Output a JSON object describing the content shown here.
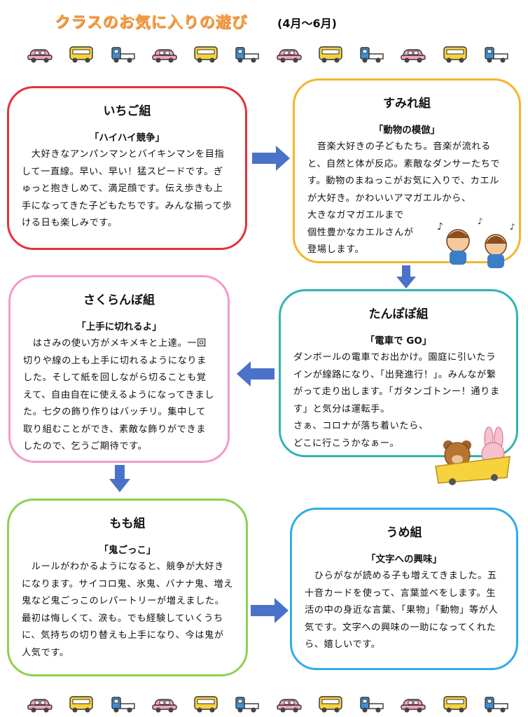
{
  "header": {
    "title": "クラスのお気に入りの遊び",
    "period": "(4月～6月)"
  },
  "colors": {
    "car_pink": "#f4a3b8",
    "bus_yellow": "#f7d23c",
    "truck_blue": "#3f8fd6",
    "arrow_blue": "#4a72c8"
  },
  "vehicle_row_icons": [
    "car-icon",
    "bus-icon",
    "truck-icon"
  ],
  "classes": [
    {
      "name": "いちご組",
      "activity": "「ハイハイ競争」",
      "text": "　大好きなアンパンマンとバイキンマンを目指して一直線。早い、早い！猛スピードです。ぎゅっと抱きしめて、満足顔です。伝え歩きも上手になってきた子どもたちです。みんな揃って歩ける日も楽しみです。"
    },
    {
      "name": "すみれ組",
      "activity": "「動物の模倣」",
      "text_lines": [
        "　音楽大好きの子どもたち。音楽が流れると、自然と体が反応。素敵なダンサーたちです。動物のまねっこがお気に入りで、カエルが大好き。かわいいアマガエルから、",
        "大きなガマガエルまで",
        "個性豊かなカエルさんが",
        "登場します。"
      ]
    },
    {
      "name": "さくらんぼ組",
      "activity": "「上手に切れるよ」",
      "text": "　はさみの使い方がメキメキと上達。一回切りや線の上も上手に切れるようになりました。そして紙を回しながら切ることも覚えて、自由自在に使えるようになってきました。七夕の飾り作りはバッチリ。集中して取り組むことができ、素敵な飾りができましたので、乞うご期待です。"
    },
    {
      "name": "たんぽぽ組",
      "activity": "「電車で GO」",
      "text_lines": [
        "ダンボールの電車でお出かけ。園庭に引いたラインが線路になり、「出発進行！」。みんなが繋がって走り出します。「ガタンゴトンー！通ります」と気分は運転手。",
        "さぁ、コロナが落ち着いたら、",
        "どこに行こうかなぁー。"
      ]
    },
    {
      "name": "もも組",
      "activity": "「鬼ごっこ」",
      "text": "　ルールがわかるようになると、競争が大好きになります。サイコロ鬼、氷鬼、バナナ鬼、増え鬼など鬼ごっこのレパートリーが増えました。最初は悔しくて、涙も。でも経験していくうちに、気持ちの切り替えも上手になり、今は鬼が人気です。"
    },
    {
      "name": "うめ組",
      "activity": "「文字への興味」",
      "text": "　ひらがなが読める子も増えてきました。五十音カードを使って、言葉並べをします。生活の中の身近な言葉、「果物」「動物」等が人気です。文字への興味の一助になってくれたら、嬉しいです。"
    }
  ]
}
